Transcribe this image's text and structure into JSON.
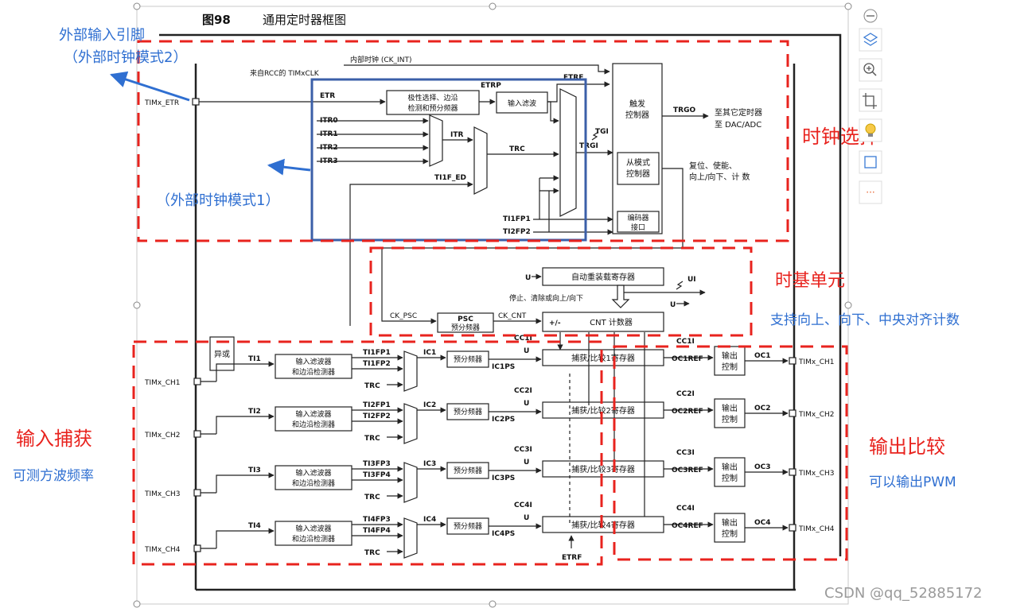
{
  "figure": {
    "number": "图98",
    "title": "通用定时器框图"
  },
  "annotations": {
    "ext_pin_line1": "外部输入引脚",
    "ext_pin_line2": "（外部时钟模式2）",
    "ext_mode1": "（外部时钟模式1）",
    "clock_select": "时钟选择",
    "timebase": "时基单元",
    "timebase_note": "支持向上、向下、中央对齐计数",
    "input_capture": "输入捕获",
    "input_capture_note": "可测方波频率",
    "output_compare": "输出比较",
    "output_compare_note": "可以输出PWM"
  },
  "signals": {
    "ck_int": "内部时钟 (CK_INT)",
    "rcc": "来自RCC的 TIMxCLK",
    "etr_pin": "TIMx_ETR",
    "etr": "ETR",
    "etrp": "ETRP",
    "etrf": "ETRF",
    "itr0": "ITR0",
    "itr1": "ITR1",
    "itr2": "ITR2",
    "itr3": "ITR3",
    "itr": "ITR",
    "trc": "TRC",
    "ti1f_ed": "TI1F_ED",
    "tgi": "TGI",
    "trgi": "TRGI",
    "ti1fp1": "TI1FP1",
    "ti2fp2": "TI2FP2",
    "trgo": "TRGO",
    "trgo_dest1": "至其它定时器",
    "trgo_dest2": "至 DAC/ADC",
    "slave_out1": "复位、使能、",
    "slave_out2": "向上/向下、计 数",
    "ck_psc": "CK_PSC",
    "ck_cnt": "CK_CNT",
    "u": "U",
    "ui": "UI",
    "stop_clear": "停止、清除或向上/向下",
    "plusminus": "+/-",
    "ch1": "TIMx_CH1",
    "ch2": "TIMx_CH2",
    "ch3": "TIMx_CH3",
    "ch4": "TIMx_CH4",
    "ti1": "TI1",
    "ti2": "TI2",
    "ti3": "TI3",
    "ti4": "TI4"
  },
  "blocks": {
    "edge_detect1": "极性选择、边沿",
    "edge_detect2": "检测和预分频器",
    "input_filter": "输入滤波",
    "trigger_ctrl1": "触发",
    "trigger_ctrl2": "控制器",
    "slave_ctrl1": "从模式",
    "slave_ctrl2": "控制器",
    "encoder1": "编码器",
    "encoder2": "接口",
    "arr": "自动重装载寄存器",
    "psc": "PSC",
    "psc_sub": "预分频器",
    "cnt": "CNT 计数器",
    "xor": "异或",
    "filter1": "输入滤波器",
    "filter2": "和边沿检测器",
    "prescaler": "预分频器",
    "outctrl1": "输出",
    "outctrl2": "控制"
  },
  "channels": [
    {
      "fpA": "TI1FP1",
      "fpB": "TI1FP2",
      "trc": "TRC",
      "ic": "IC1",
      "icps": "IC1PS",
      "ccr": "捕获/比较1寄存器",
      "cci": "CC1I",
      "ocref": "OC1REF",
      "oc": "OC1"
    },
    {
      "fpA": "TI2FP1",
      "fpB": "TI2FP2",
      "trc": "TRC",
      "ic": "IC2",
      "icps": "IC2PS",
      "ccr": "捕获/比较2寄存器",
      "cci": "CC2I",
      "ocref": "OC2REF",
      "oc": "OC2"
    },
    {
      "fpA": "TI3FP3",
      "fpB": "TI3FP4",
      "trc": "TRC",
      "ic": "IC3",
      "icps": "IC3PS",
      "ccr": "捕获/比较3寄存器",
      "cci": "CC3I",
      "ocref": "OC3REF",
      "oc": "OC3"
    },
    {
      "fpA": "TI4FP3",
      "fpB": "TI4FP4",
      "trc": "TRC",
      "ic": "IC4",
      "icps": "IC4PS",
      "ccr": "捕获/比较4寄存器",
      "cci": "CC4I",
      "ocref": "OC4REF",
      "oc": "OC4"
    }
  ],
  "toolbar": [
    "zoom-out",
    "layers",
    "zoom-in",
    "crop",
    "ai-bulb",
    "image-edit",
    "more"
  ],
  "toolbar_more": "···",
  "watermark": "CSDN @qq_52885172",
  "colors": {
    "red": "#e8231e",
    "blue": "#2f6fd1",
    "box_blue": "#3b5fa8"
  }
}
